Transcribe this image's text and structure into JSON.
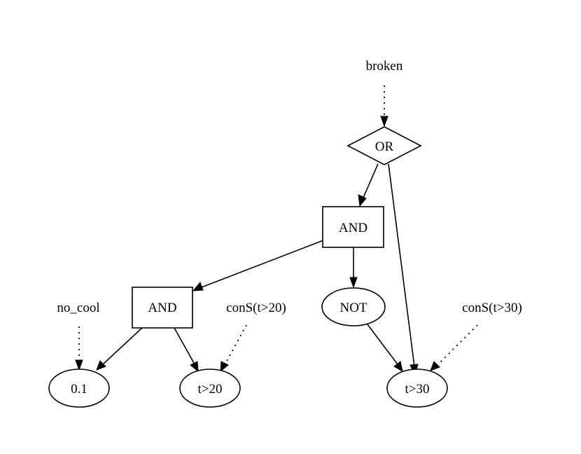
{
  "diagram": {
    "labels": {
      "broken": "broken",
      "no_cool": "no_cool",
      "cons_t20": "conS(t>20)",
      "cons_t30": "conS(t>30)"
    },
    "nodes": {
      "or": "OR",
      "and_top": "AND",
      "and_left": "AND",
      "not": "NOT",
      "val_01": "0.1",
      "t20": "t>20",
      "t30": "t>30"
    }
  }
}
